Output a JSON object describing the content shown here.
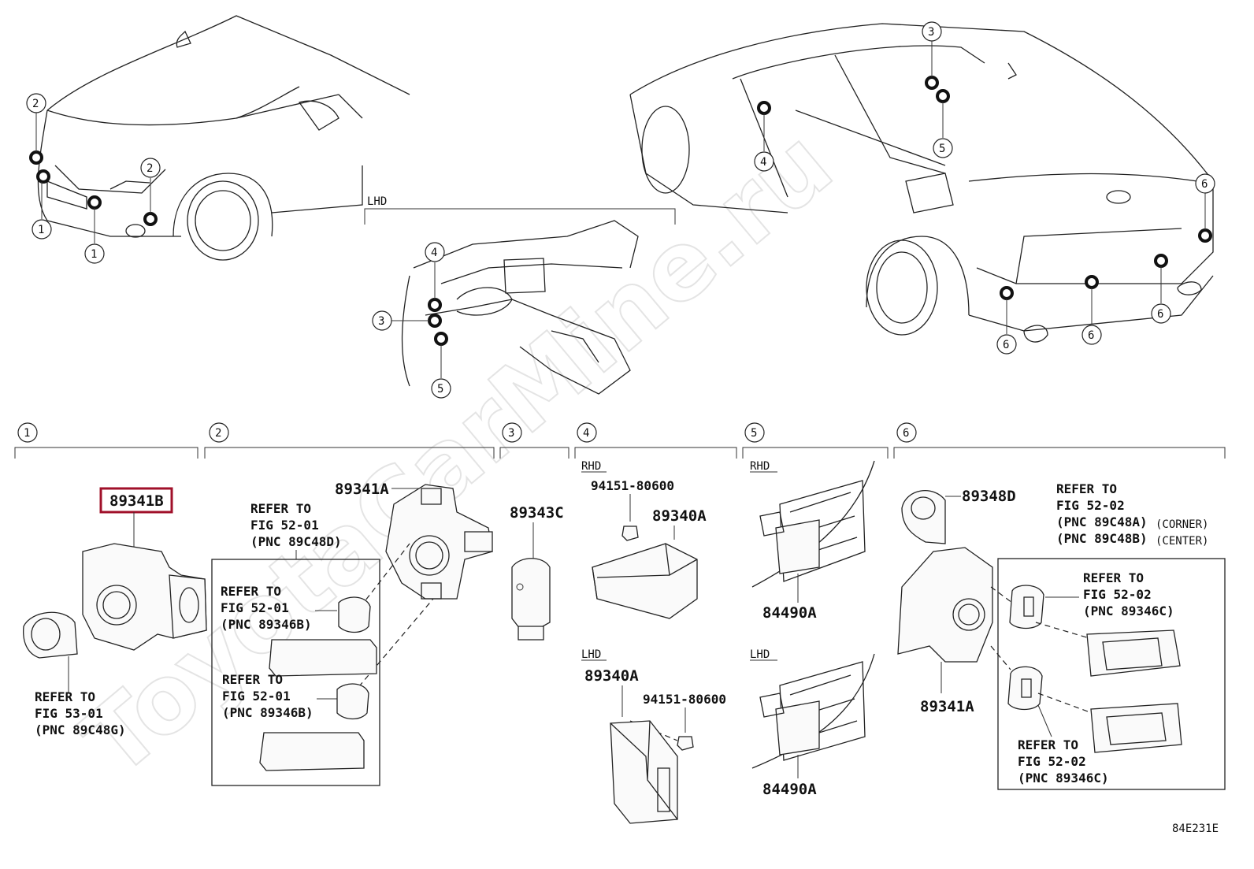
{
  "watermark": "ToyotaCarMine.ru",
  "diagram_code": "84E231E",
  "views": {
    "front_callouts": [
      "2",
      "2",
      "1",
      "1"
    ],
    "lhd_label": "LHD",
    "lhd_callouts": [
      "4",
      "3",
      "5"
    ],
    "rear_callouts": [
      "3",
      "4",
      "5",
      "6",
      "6",
      "6",
      "6"
    ]
  },
  "sections": [
    {
      "num": "1"
    },
    {
      "num": "2"
    },
    {
      "num": "3"
    },
    {
      "num": "4"
    },
    {
      "num": "5"
    },
    {
      "num": "6"
    }
  ],
  "parts": {
    "s1": {
      "highlighted_part": "89341B",
      "refer": [
        "REFER TO",
        "FIG 53-01",
        "(PNC 89C48G)"
      ]
    },
    "s2": {
      "part": "89341A",
      "refer_top": [
        "REFER TO",
        "FIG 52-01",
        "(PNC 89C48D)"
      ],
      "refer_mid": [
        "REFER TO",
        "FIG 52-01",
        "(PNC 89346B)"
      ],
      "refer_low": [
        "REFER TO",
        "FIG 52-01",
        "(PNC 89346B)"
      ]
    },
    "s3": {
      "part": "89343C"
    },
    "s4": {
      "rhd_label": "RHD",
      "rhd_bolt": "94151-80600",
      "rhd_part": "89340A",
      "lhd_label": "LHD",
      "lhd_part": "89340A",
      "lhd_bolt": "94151-80600"
    },
    "s5": {
      "rhd_label": "RHD",
      "rhd_part": "84490A",
      "lhd_label": "LHD",
      "lhd_part": "84490A"
    },
    "s6": {
      "top_part": "89348D",
      "refer_top": [
        "REFER TO",
        "FIG 52-02",
        "(PNC 89C48A)",
        "(PNC 89C48B)"
      ],
      "refer_top_tags": [
        "(CORNER)",
        "(CENTER)"
      ],
      "bottom_part": "89341A",
      "refer_mid": [
        "REFER TO",
        "FIG 52-02",
        "(PNC 89346C)"
      ],
      "refer_low": [
        "REFER TO",
        "FIG 52-02",
        "(PNC 89346C)"
      ]
    }
  }
}
